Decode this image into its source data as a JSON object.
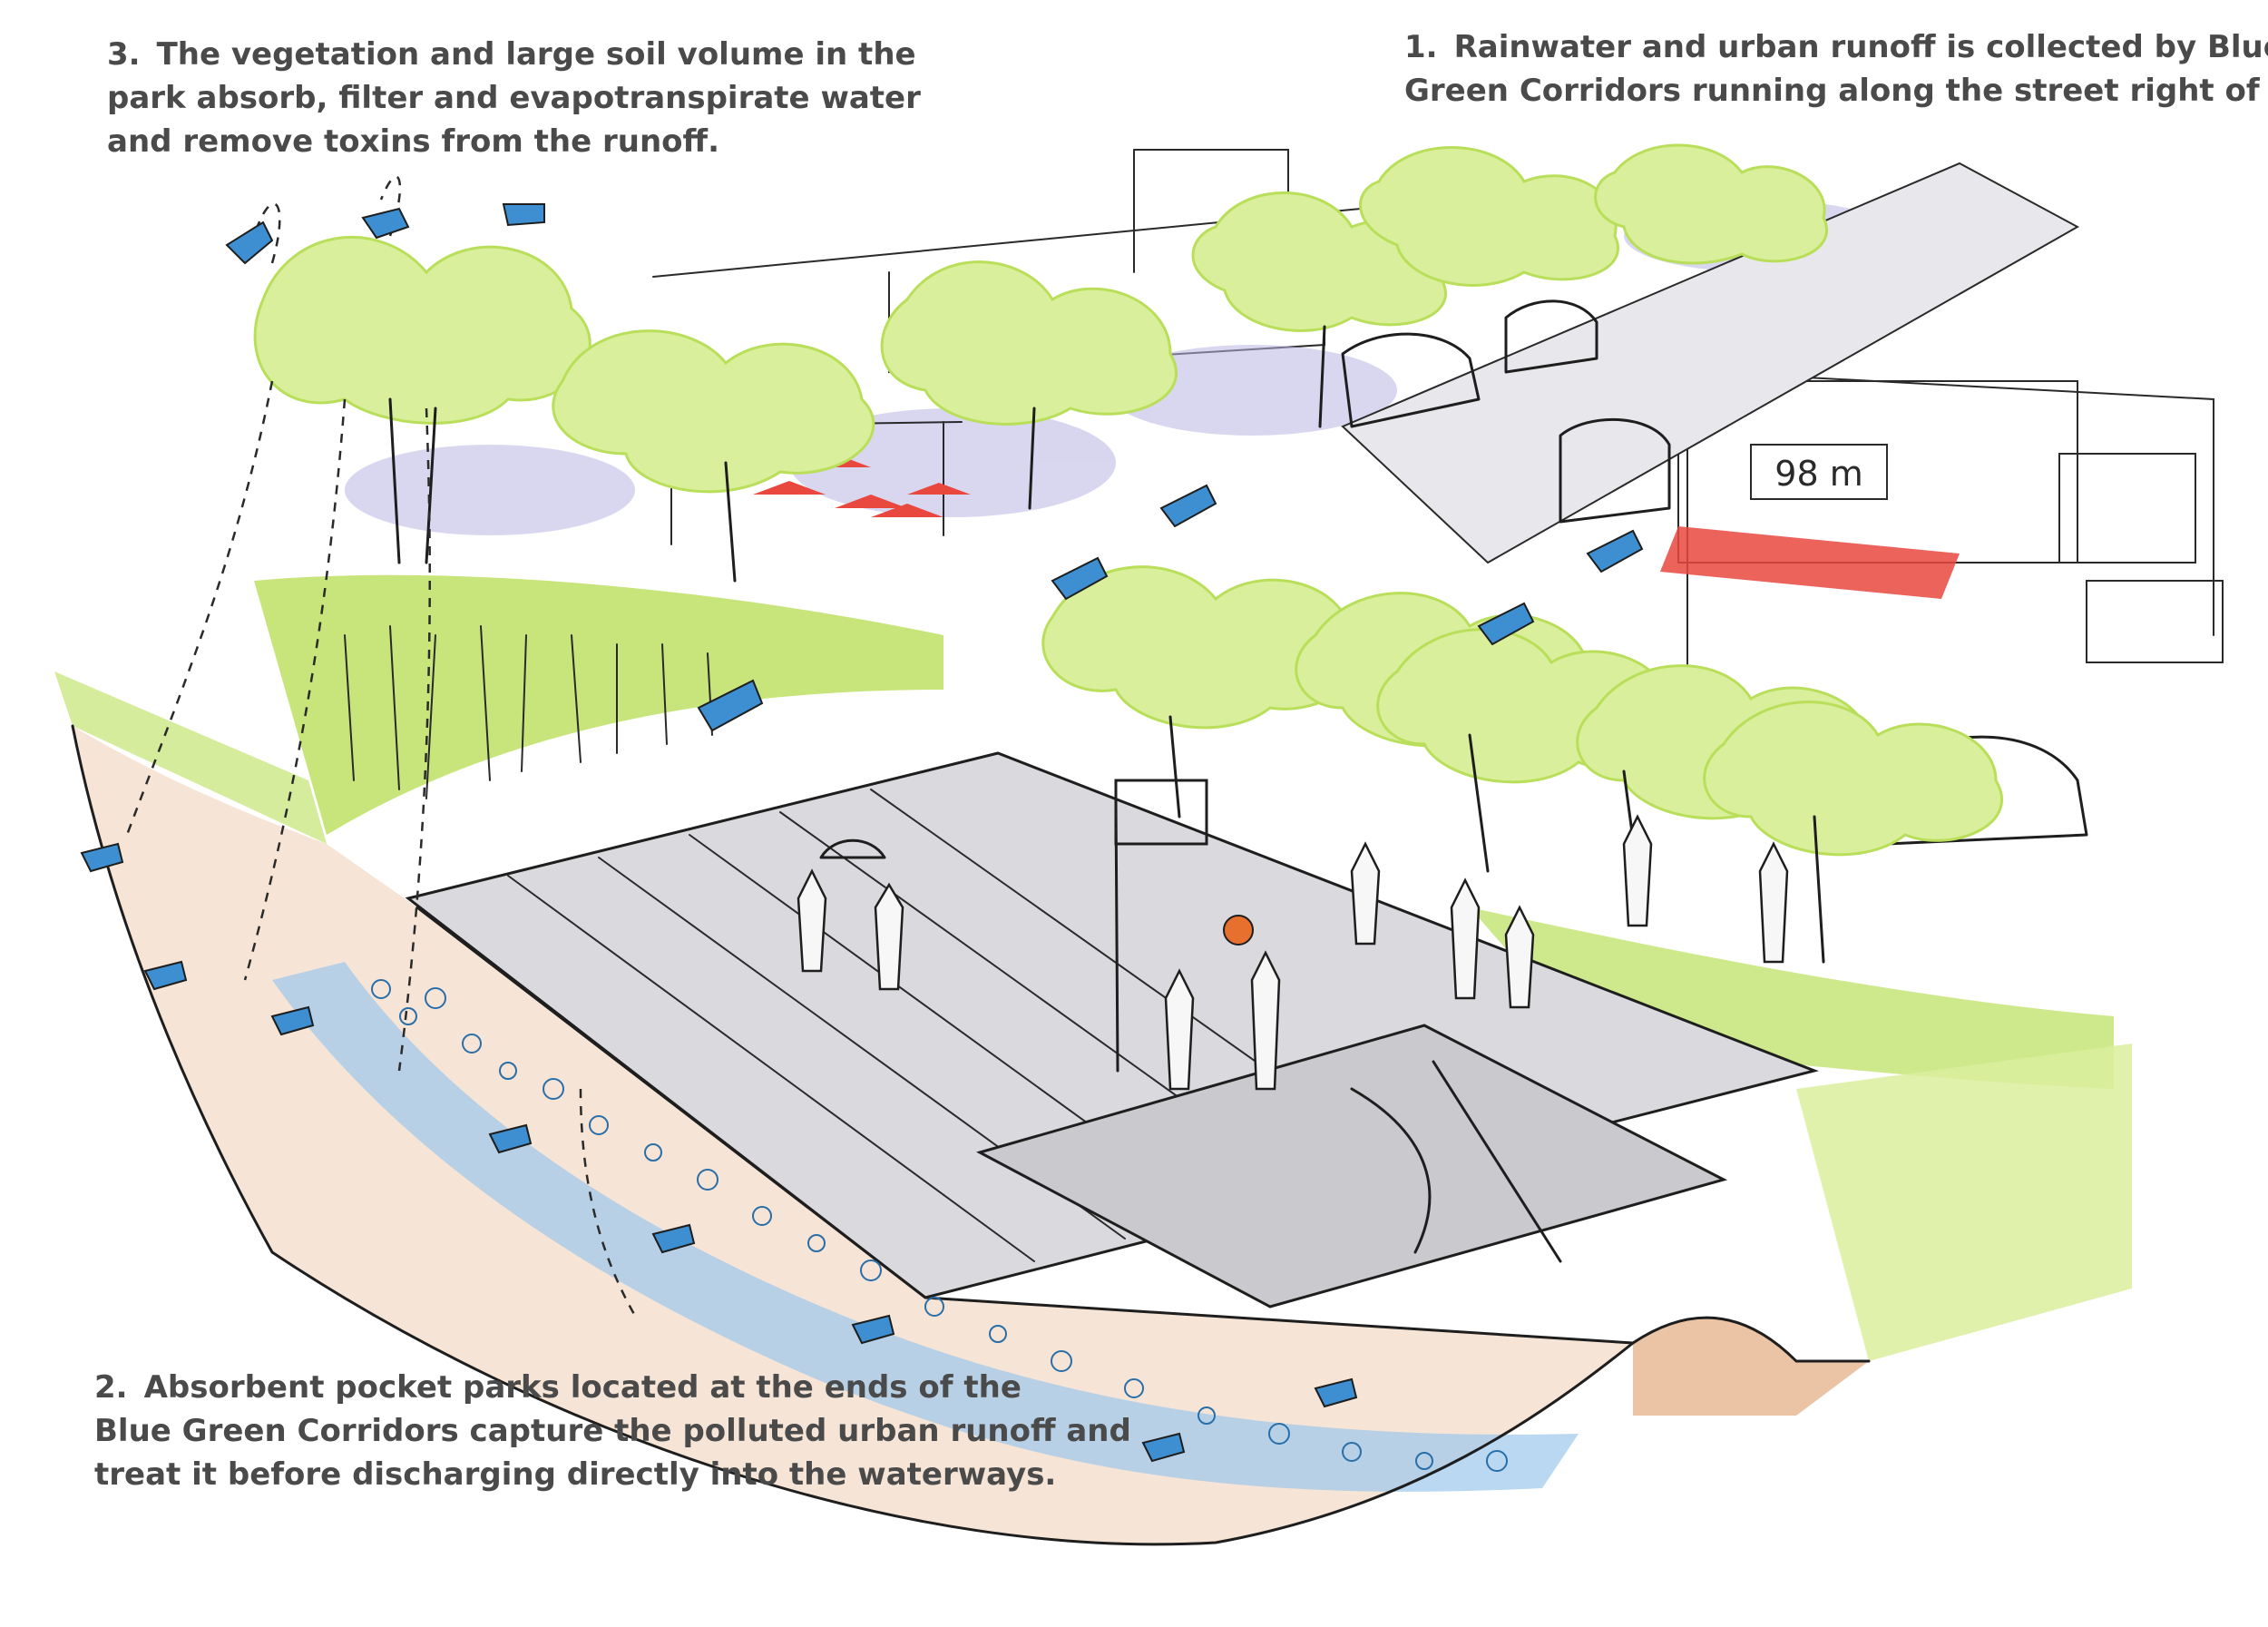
{
  "annotations": [
    {
      "number": "3.",
      "lines": [
        "The vegetation and large soil volume in the",
        "park absorb, filter and evapotranspirate water",
        "and remove toxins from the runoff."
      ]
    },
    {
      "number": "1.",
      "lines": [
        "Rainwater and urban runoff is collected by Blue",
        "Green Corridors running along the street right of ways."
      ]
    },
    {
      "number": "2.",
      "lines": [
        "Absorbent pocket parks located at the ends of the",
        "Blue Green Corridors capture the polluted urban runoff and",
        "treat it before discharging directly into the waterways."
      ]
    }
  ],
  "storefront_sign": "98 m",
  "colors": {
    "vegetation": "#b9df5a",
    "vegetation_light": "#d9ef9c",
    "water": "#3d8fd1",
    "water_light": "#9cc8ec",
    "soil": "#e6b48f",
    "awning": "#e8483e",
    "pavement": "#cfcfd4",
    "shadow": "#b9b6e3",
    "text": "#4a4a4a"
  }
}
